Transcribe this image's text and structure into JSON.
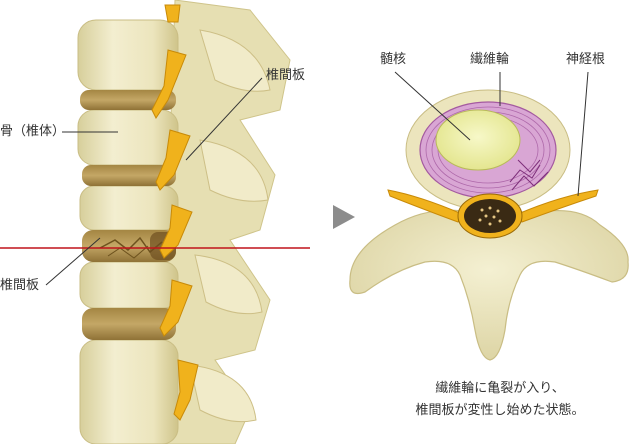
{
  "labels": {
    "vertebral_body": "骨（椎体）",
    "disc_upper": "椎間板",
    "disc_lower": "椎間板",
    "nucleus": "髄核",
    "annulus": "繊維輪",
    "nerve_root": "神経根"
  },
  "caption": {
    "line1": "繊維輪に亀裂が入り、",
    "line2": "椎間板が変性し始めた状態。"
  },
  "icons": {
    "arrow": "triangle-right-icon"
  },
  "colors": {
    "bone": "#efe9c4",
    "bone_shadow": "#d8cf9c",
    "disc": "#b79a52",
    "disc_dark": "#8a6c2c",
    "nerve": "#f0b21c",
    "nucleus": "#eef0a8",
    "annulus": "#d9a6d4",
    "cut_line": "#c0141b",
    "arrow": "#8c8c8c"
  }
}
